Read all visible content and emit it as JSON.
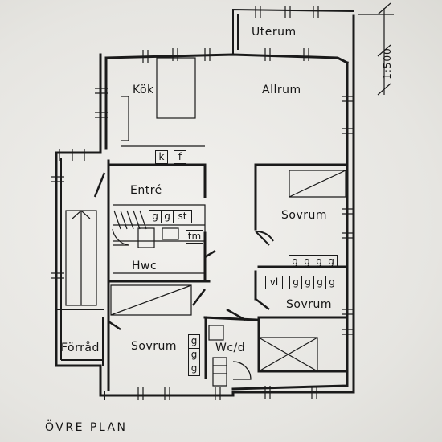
{
  "plan": {
    "title": "ÖVRE PLAN",
    "scale": "1:500"
  },
  "rooms": {
    "uterum": "Uterum",
    "kok": "Kök",
    "allrum": "Allrum",
    "entre": "Entré",
    "sovrum_1": "Sovrum",
    "hwc": "Hwc",
    "sovrum_2": "Sovrum",
    "forrad": "Förråd",
    "sovrum_3": "Sovrum",
    "wcd": "Wc/d"
  },
  "fixtures": {
    "kitchen": [
      "k",
      "f"
    ],
    "entre_storage": [
      "g",
      "g",
      "st"
    ],
    "entre_tm": "tm",
    "closet_row_1": [
      "g",
      "g",
      "g",
      "g"
    ],
    "closet_row_2_label": "vl",
    "closet_row_2": [
      "g",
      "g",
      "g",
      "g"
    ],
    "closet_col": [
      "g",
      "g",
      "g"
    ]
  }
}
